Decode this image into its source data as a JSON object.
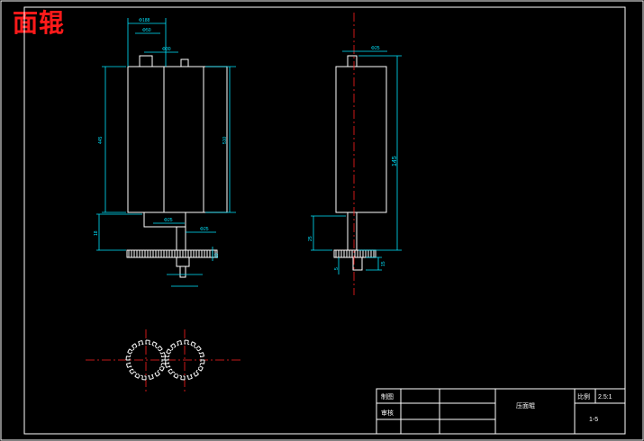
{
  "title": "面辊",
  "dimensions": {
    "front_width_top": "Φ188",
    "front_width_mid": "Φ50",
    "front_neck": "Φ30",
    "front_height_left": "445",
    "front_height_right": "510",
    "front_shaft": "Φ25",
    "front_shaft2": "Φ25",
    "front_step": "18",
    "front_gear_h": "10",
    "side_neck": "Φ25",
    "side_height": "145",
    "side_bottom": "25",
    "side_base": "15",
    "side_small": "5"
  },
  "title_block": {
    "drawn_label": "制图",
    "checked_label": "审核",
    "part_name": "压面辊",
    "scale_label": "比例",
    "scale_value": "2.5:1",
    "sheet": "1-5"
  },
  "colors": {
    "background": "#000000",
    "outline": "#ffffff",
    "dimension": "#00e5ff",
    "centerline": "#ff2020",
    "title": "#ff1a1a"
  }
}
